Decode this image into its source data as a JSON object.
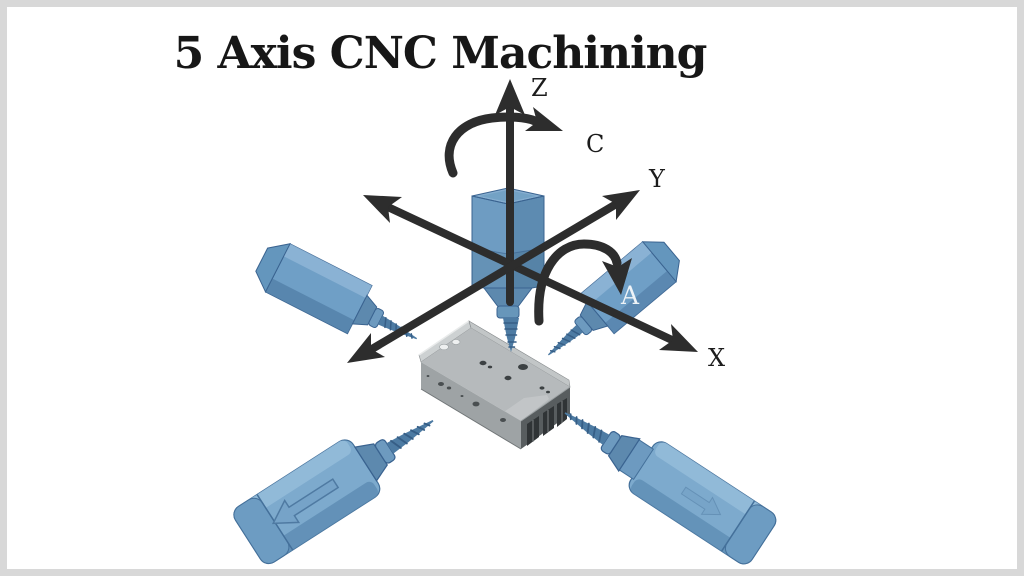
{
  "title": "5 Axis CNC Machining",
  "axis_labels": {
    "z": "Z",
    "c": "C",
    "y": "Y",
    "x": "X",
    "a": "A"
  },
  "colors": {
    "background": "#ffffff",
    "frame_border": "#d8d8d8",
    "axis_arrow": "#2d2d2d",
    "axis_label": "#1c1c1c",
    "a_label_on_spindle": "#eef3f7",
    "title_text": "#171717",
    "spindle_blue": "#6f9fc6",
    "spindle_blue_light": "#8fb5d6",
    "spindle_blue_shade": "#537fa8",
    "spindle_edge": "#3a6390",
    "drill_bit": "#4d7ba3",
    "workpiece_top": "#b6babc",
    "workpiece_front": "#9ea3a5",
    "workpiece_side": "#585d5f",
    "workpiece_pocket": "#303436"
  }
}
